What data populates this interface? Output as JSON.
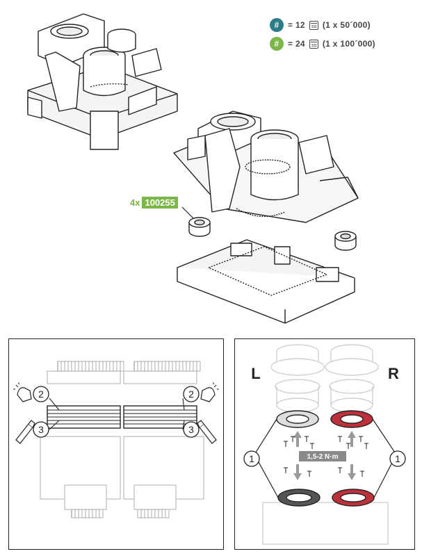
{
  "legend": {
    "rows": [
      {
        "badge": "#",
        "badge_color": "#2b7d8a",
        "text": "= 12",
        "count": "(1 x 50´000)"
      },
      {
        "badge": "#",
        "badge_color": "#7ab648",
        "text": "= 24",
        "count": "(1 x 100´000)"
      }
    ]
  },
  "part": {
    "qty": "4x",
    "number": "100255"
  },
  "left_panel": {
    "callouts": [
      {
        "label": "2"
      },
      {
        "label": "3"
      },
      {
        "label": "2"
      },
      {
        "label": "3"
      }
    ]
  },
  "right_panel": {
    "side_left": "L",
    "side_right": "R",
    "torque": "1,5-2 N·m",
    "callouts": [
      {
        "label": "1"
      },
      {
        "label": "1"
      }
    ]
  },
  "colors": {
    "accent_green": "#7ab648",
    "accent_teal": "#2b7d8a",
    "highlight_red": "#c0303a"
  }
}
